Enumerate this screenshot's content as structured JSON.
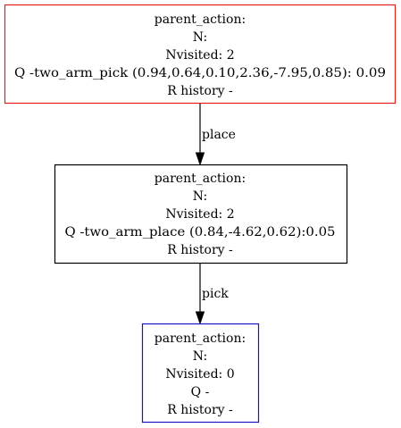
{
  "nodes": [
    {
      "id": "root",
      "border_color": "#e0201c",
      "lines": [
        "parent_action:",
        "N:",
        "Nvisited: 2",
        "Q -two_arm_pick (0.94,0.64,0.10,2.36,-7.95,0.85): 0.09",
        "R history -"
      ]
    },
    {
      "id": "middle",
      "border_color": "#000000",
      "lines": [
        "parent_action:",
        "N:",
        "Nvisited: 2",
        "Q -two_arm_place (0.84,-4.62,0.62):0.05",
        "R history -"
      ]
    },
    {
      "id": "leaf",
      "border_color": "#1a14c8",
      "lines": [
        "parent_action:",
        "N:",
        "Nvisited: 0",
        "Q -",
        "R history -"
      ]
    }
  ],
  "edges": [
    {
      "from": "root",
      "to": "middle",
      "label": "place"
    },
    {
      "from": "middle",
      "to": "leaf",
      "label": "pick"
    }
  ]
}
